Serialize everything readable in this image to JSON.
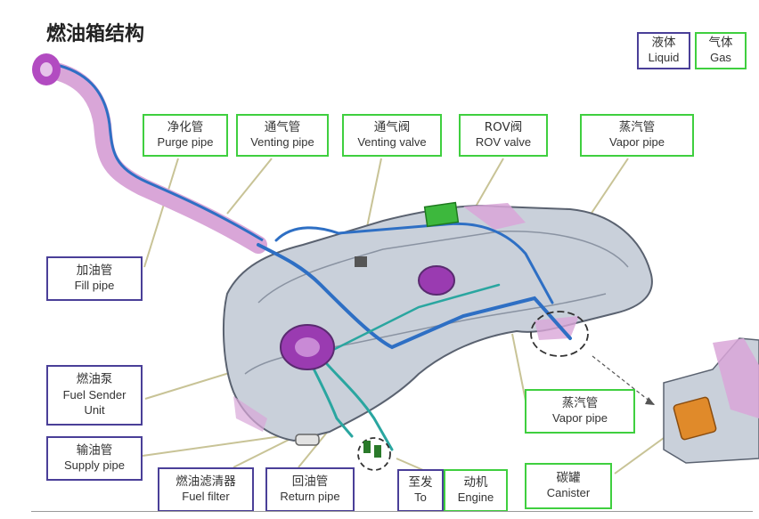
{
  "title": "燃油箱结构",
  "legend": {
    "liquid": {
      "cn": "液体",
      "en": "Liquid"
    },
    "gas": {
      "cn": "气体",
      "en": "Gas"
    }
  },
  "colors": {
    "liquid_border": "#4a3f98",
    "gas_border": "#3fcf3f",
    "tank_body": "#c9d0da",
    "pipe_blue": "#2e6fc4",
    "pipe_pink": "#d9a6d8",
    "rov_green": "#3db83d"
  },
  "labels": {
    "purge_pipe": {
      "cn": "净化管",
      "en": "Purge pipe"
    },
    "venting_pipe": {
      "cn": "通气管",
      "en": "Venting pipe"
    },
    "venting_valve": {
      "cn": "通气阀",
      "en": "Venting valve"
    },
    "rov_valve": {
      "cn": "ROV阀",
      "en": "ROV valve"
    },
    "vapor_pipe_top": {
      "cn": "蒸汽管",
      "en": "Vapor pipe"
    },
    "fill_pipe": {
      "cn": "加油管",
      "en": "Fill pipe"
    },
    "fuel_sender": {
      "cn": "燃油泵",
      "en1": "Fuel Sender",
      "en2": "Unit"
    },
    "supply_pipe": {
      "cn": "输油管",
      "en": "Supply pipe"
    },
    "fuel_filter": {
      "cn": "燃油滤清器",
      "en": "Fuel filter"
    },
    "return_pipe": {
      "cn": "回油管",
      "en": "Return pipe"
    },
    "to_engine_a": {
      "cn": "至发",
      "en": "To"
    },
    "to_engine_b": {
      "cn": "动机",
      "en": "Engine"
    },
    "vapor_pipe_right": {
      "cn": "蒸汽管",
      "en": "Vapor pipe"
    },
    "canister": {
      "cn": "碳罐",
      "en": "Canister"
    }
  }
}
